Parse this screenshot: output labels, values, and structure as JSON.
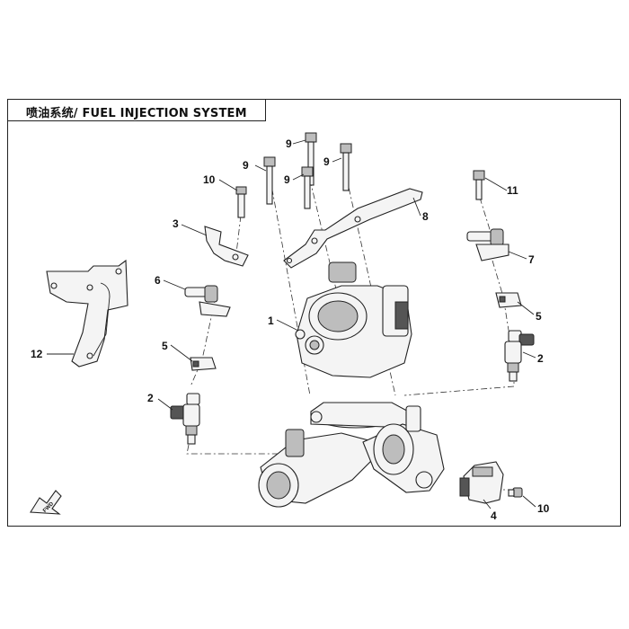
{
  "title": "喷油系统/ FUEL INJECTION SYSTEM",
  "callouts": {
    "c1": "1",
    "c2a": "2",
    "c2b": "2",
    "c3": "3",
    "c4": "4",
    "c5a": "5",
    "c5b": "5",
    "c6": "6",
    "c7": "7",
    "c8": "8",
    "c9a": "9",
    "c9b": "9",
    "c9c": "9",
    "c9d": "9",
    "c10a": "10",
    "c10b": "10",
    "c11": "11",
    "c12": "12"
  },
  "fwd_label": "FWD"
}
